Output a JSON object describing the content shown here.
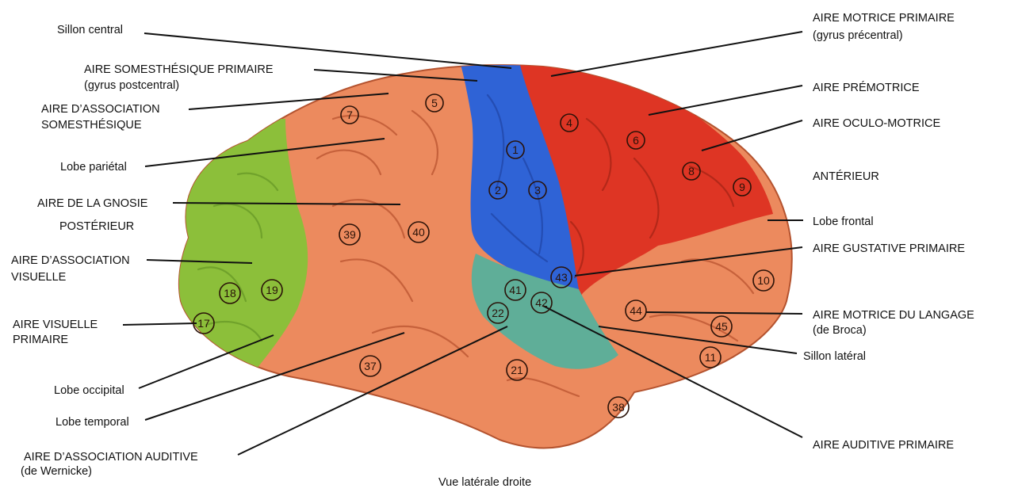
{
  "caption": "Vue latérale droite",
  "orientation": {
    "anterior": "ANTÉRIEUR",
    "posterior": "POSTÉRIEUR"
  },
  "left_labels": {
    "sillon_central": "Sillon central",
    "somesthesique_primaire": [
      "AIRE SOMESTHÉSIQUE PRIMAIRE",
      "(gyrus postcentral)"
    ],
    "association_somesthesique": [
      "AIRE D’ASSOCIATION",
      "SOMESTHÉSIQUE"
    ],
    "lobe_parietal": "Lobe pariétal",
    "gnosie": "AIRE DE LA GNOSIE",
    "association_visuelle": [
      "AIRE D’ASSOCIATION",
      "VISUELLE"
    ],
    "visuelle_primaire": [
      "AIRE VISUELLE",
      "PRIMAIRE"
    ],
    "lobe_occipital": "Lobe occipital",
    "lobe_temporal": "Lobe temporal",
    "association_auditive": [
      "AIRE D’ASSOCIATION AUDITIVE",
      "(de Wernicke)"
    ]
  },
  "right_labels": {
    "motrice_primaire": [
      "AIRE MOTRICE PRIMAIRE",
      "(gyrus précentral)"
    ],
    "premotrice": "AIRE PRÉMOTRICE",
    "oculo_motrice": "AIRE OCULO-MOTRICE",
    "lobe_frontal": "Lobe frontal",
    "gustative_primaire": "AIRE GUSTATIVE PRIMAIRE",
    "motrice_langage": [
      "AIRE MOTRICE DU LANGAGE",
      "(de Broca)"
    ],
    "sillon_lateral": "Sillon latéral",
    "auditive_primaire": "AIRE AUDITIVE PRIMAIRE"
  },
  "areas": [
    "1",
    "2",
    "3",
    "4",
    "5",
    "6",
    "7",
    "8",
    "9",
    "10",
    "11",
    "17",
    "18",
    "19",
    "21",
    "22",
    "37",
    "38",
    "39",
    "40",
    "41",
    "42",
    "43",
    "44",
    "45"
  ],
  "colors": {
    "parietal_temporal": "#ec8a5e",
    "motor": "#de3524",
    "somatosensory": "#2f63d6",
    "visual": "#8cbf3a",
    "auditory": "#5fae98"
  }
}
